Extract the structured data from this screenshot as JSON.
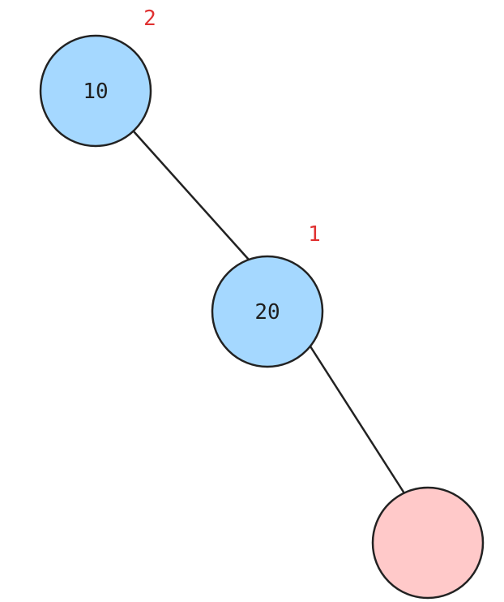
{
  "colors": {
    "node_fill": "#a5d8ff",
    "null_node_fill": "#ffc9c9",
    "stroke": "#222222",
    "height_label": "#e03131"
  },
  "nodes": [
    {
      "id": "n10",
      "label": "10",
      "height": "2",
      "kind": "value"
    },
    {
      "id": "n20",
      "label": "20",
      "height": "1",
      "kind": "value"
    },
    {
      "id": "nnull",
      "label": "",
      "height": "",
      "kind": "null"
    }
  ],
  "edges": [
    {
      "from": "n10",
      "to": "n20"
    },
    {
      "from": "n20",
      "to": "nnull"
    }
  ]
}
